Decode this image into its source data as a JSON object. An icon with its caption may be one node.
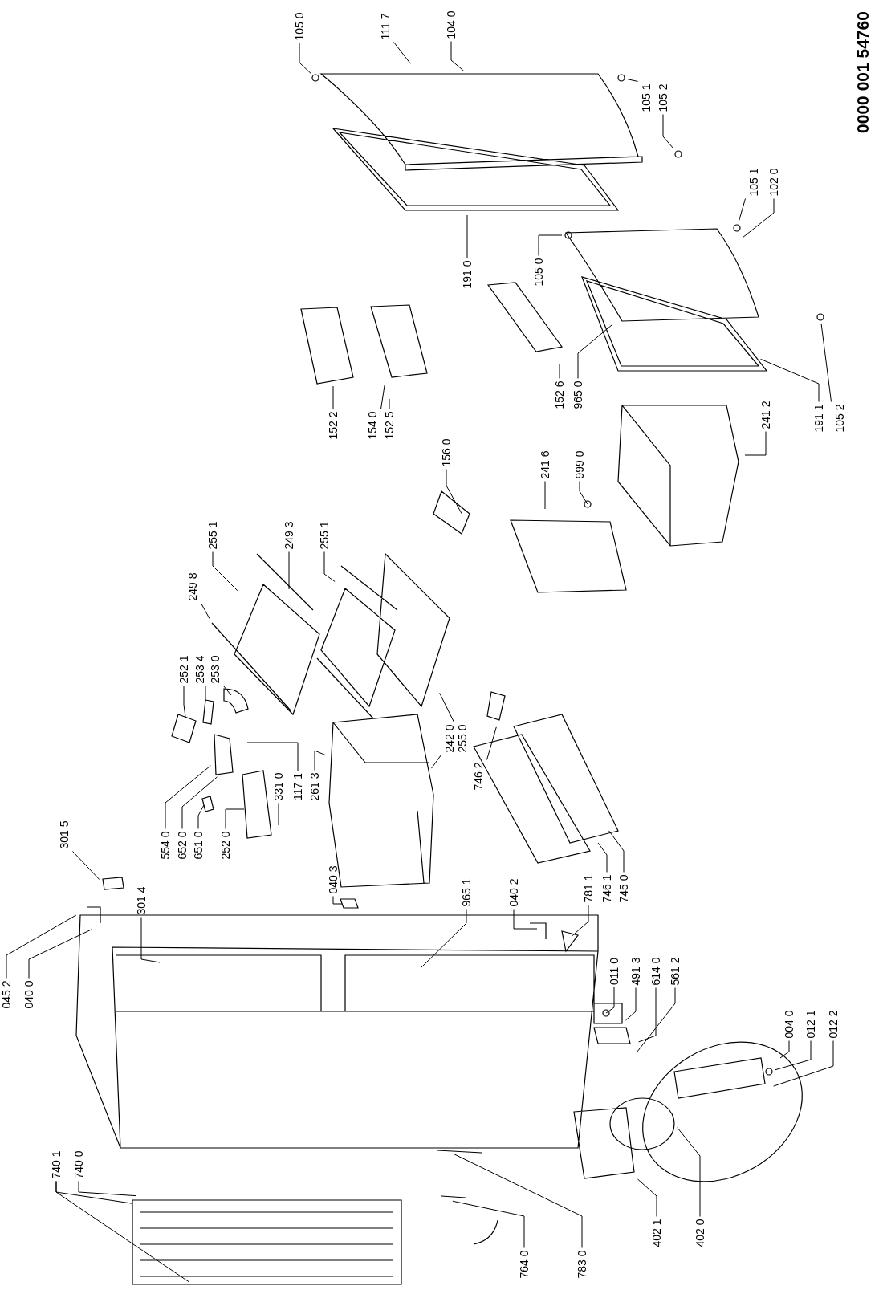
{
  "diagram": {
    "nodes": [
      {
        "text": [
          "105 0"
        ]
      },
      {
        "text": [
          "111 7"
        ]
      },
      {
        "text": [
          "104 0"
        ]
      },
      {
        "text": [
          "105 1"
        ]
      },
      {
        "text": [
          "105 2"
        ]
      },
      {
        "text": [
          "105 1"
        ]
      },
      {
        "text": [
          "102 0"
        ]
      },
      {
        "text": [
          "191 0"
        ]
      },
      {
        "text": [
          "105 0"
        ]
      },
      {
        "text": [
          "152 6"
        ]
      },
      {
        "text": [
          "965 0"
        ]
      },
      {
        "text": [
          "191 1"
        ]
      },
      {
        "text": [
          "105 2"
        ]
      },
      {
        "text": [
          "152 2"
        ]
      },
      {
        "text": [
          "154 0"
        ]
      },
      {
        "text": [
          "152 5"
        ]
      },
      {
        "text": [
          "156 0"
        ]
      },
      {
        "text": [
          "241 6"
        ]
      },
      {
        "text": [
          "999 0"
        ]
      },
      {
        "text": [
          "241 2"
        ]
      },
      {
        "text": [
          "249 8"
        ]
      },
      {
        "text": [
          "255 1"
        ]
      },
      {
        "text": [
          "249 3"
        ]
      },
      {
        "text": [
          "255 1"
        ]
      },
      {
        "text": [
          "252 1"
        ]
      },
      {
        "text": [
          "253 4"
        ]
      },
      {
        "text": [
          "253 0"
        ]
      },
      {
        "text": [
          "117 1"
        ]
      },
      {
        "text": [
          "261 3"
        ]
      },
      {
        "text": [
          "331 0"
        ]
      },
      {
        "text": [
          "554 0"
        ]
      },
      {
        "text": [
          "652 0"
        ]
      },
      {
        "text": [
          "651 0"
        ]
      },
      {
        "text": [
          "252 0"
        ]
      },
      {
        "text": [
          "242 0"
        ]
      },
      {
        "text": [
          "255 0"
        ]
      },
      {
        "text": [
          "746 2"
        ]
      },
      {
        "text": [
          "301 5"
        ]
      },
      {
        "text": [
          "301 4"
        ]
      },
      {
        "text": [
          "040 3"
        ]
      },
      {
        "text": [
          "965 1"
        ]
      },
      {
        "text": [
          "040 2"
        ]
      },
      {
        "text": [
          "781 1"
        ]
      },
      {
        "text": [
          "746 1"
        ]
      },
      {
        "text": [
          "745 0"
        ]
      },
      {
        "text": [
          "045 2"
        ]
      },
      {
        "text": [
          "040 0"
        ]
      },
      {
        "text": [
          "011 0"
        ]
      },
      {
        "text": [
          "491 3"
        ]
      },
      {
        "text": [
          "614 0"
        ]
      },
      {
        "text": [
          "561 2"
        ]
      },
      {
        "text": [
          "004 0"
        ]
      },
      {
        "text": [
          "012 1"
        ]
      },
      {
        "text": [
          "012 2"
        ]
      },
      {
        "text": [
          "740 1"
        ]
      },
      {
        "text": [
          "740 0"
        ]
      },
      {
        "text": [
          "402 1"
        ]
      },
      {
        "text": [
          "402 0"
        ]
      },
      {
        "text": [
          "764 0"
        ]
      },
      {
        "text": [
          "783 0"
        ]
      }
    ],
    "edges": [
      {
        "from": 0,
        "to": null,
        "arrow": "none"
      },
      {
        "from": 1,
        "to": null,
        "arrow": "none"
      },
      {
        "from": 2,
        "to": null,
        "arrow": "none"
      },
      {
        "from": 3,
        "to": null,
        "arrow": "none"
      },
      {
        "from": 4,
        "to": null,
        "arrow": "none"
      },
      {
        "from": 5,
        "to": null,
        "arrow": "none"
      },
      {
        "from": 6,
        "to": null,
        "arrow": "none"
      },
      {
        "from": 7,
        "to": null,
        "arrow": "none"
      },
      {
        "from": 8,
        "to": null,
        "arrow": "none"
      },
      {
        "from": 9,
        "to": null,
        "arrow": "none"
      },
      {
        "from": 10,
        "to": null,
        "arrow": "none"
      },
      {
        "from": 11,
        "to": null,
        "arrow": "none"
      },
      {
        "from": 12,
        "to": null,
        "arrow": "none"
      },
      {
        "from": 13,
        "to": null,
        "arrow": "none"
      },
      {
        "from": 14,
        "to": null,
        "arrow": "none"
      },
      {
        "from": 15,
        "to": null,
        "arrow": "none"
      },
      {
        "from": 16,
        "to": null,
        "arrow": "none"
      },
      {
        "from": 17,
        "to": null,
        "arrow": "none"
      },
      {
        "from": 18,
        "to": null,
        "arrow": "none"
      },
      {
        "from": 19,
        "to": null,
        "arrow": "none"
      },
      {
        "from": 20,
        "to": null,
        "arrow": "none"
      },
      {
        "from": 21,
        "to": null,
        "arrow": "none"
      },
      {
        "from": 22,
        "to": null,
        "arrow": "none"
      },
      {
        "from": 23,
        "to": null,
        "arrow": "none"
      },
      {
        "from": 24,
        "to": null,
        "arrow": "none"
      },
      {
        "from": 25,
        "to": null,
        "arrow": "none"
      },
      {
        "from": 26,
        "to": null,
        "arrow": "none"
      },
      {
        "from": 27,
        "to": null,
        "arrow": "none"
      },
      {
        "from": 28,
        "to": null,
        "arrow": "none"
      },
      {
        "from": 29,
        "to": null,
        "arrow": "none"
      },
      {
        "from": 30,
        "to": null,
        "arrow": "none"
      },
      {
        "from": 31,
        "to": null,
        "arrow": "none"
      },
      {
        "from": 32,
        "to": null,
        "arrow": "none"
      },
      {
        "from": 33,
        "to": null,
        "arrow": "none"
      },
      {
        "from": 34,
        "to": null,
        "arrow": "none"
      },
      {
        "from": 35,
        "to": null,
        "arrow": "none"
      },
      {
        "from": 36,
        "to": null,
        "arrow": "none"
      },
      {
        "from": 37,
        "to": null,
        "arrow": "none"
      },
      {
        "from": 38,
        "to": null,
        "arrow": "none"
      },
      {
        "from": 39,
        "to": null,
        "arrow": "none"
      },
      {
        "from": 40,
        "to": null,
        "arrow": "none"
      },
      {
        "from": 41,
        "to": null,
        "arrow": "none"
      },
      {
        "from": 42,
        "to": null,
        "arrow": "none"
      },
      {
        "from": 43,
        "to": null,
        "arrow": "none"
      },
      {
        "from": 44,
        "to": null,
        "arrow": "none"
      },
      {
        "from": 45,
        "to": null,
        "arrow": "none"
      },
      {
        "from": 46,
        "to": null,
        "arrow": "none"
      },
      {
        "from": 47,
        "to": null,
        "arrow": "none"
      },
      {
        "from": 48,
        "to": null,
        "arrow": "none"
      },
      {
        "from": 49,
        "to": null,
        "arrow": "none"
      },
      {
        "from": 50,
        "to": null,
        "arrow": "none"
      },
      {
        "from": 51,
        "to": null,
        "arrow": "none"
      },
      {
        "from": 52,
        "to": null,
        "arrow": "none"
      },
      {
        "from": 53,
        "to": null,
        "arrow": "none"
      },
      {
        "from": 54,
        "to": null,
        "arrow": "none"
      },
      {
        "from": 54,
        "to": null,
        "arrow": "none"
      },
      {
        "from": 55,
        "to": null,
        "arrow": "none"
      },
      {
        "from": 56,
        "to": null,
        "arrow": "none"
      },
      {
        "from": 57,
        "to": null,
        "arrow": "none"
      },
      {
        "from": 58,
        "to": null,
        "arrow": "none"
      },
      {
        "from": 59,
        "to": null,
        "arrow": "none"
      }
    ],
    "labels": [
      "0000 001 54760"
    ]
  }
}
